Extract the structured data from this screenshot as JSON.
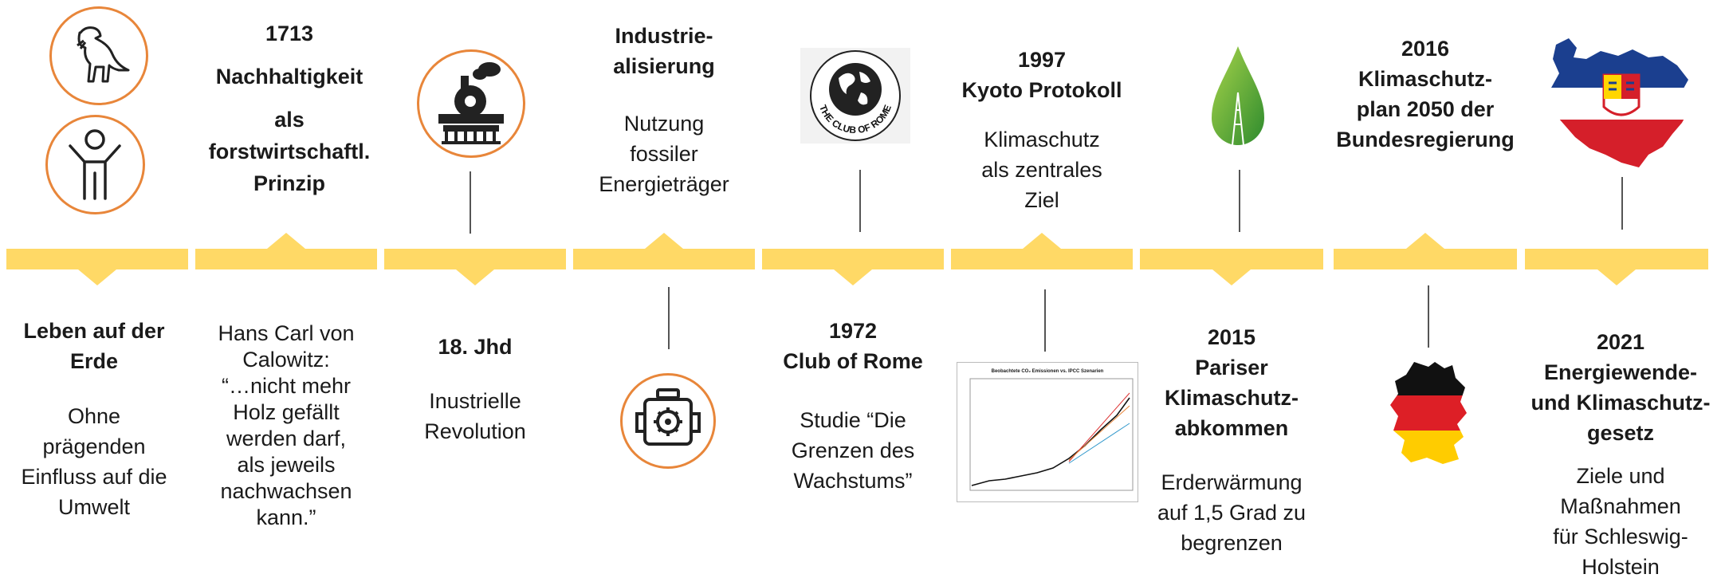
{
  "timeline": {
    "accent_color": "#ffd966",
    "icon_ring_color": "#e8863a",
    "items": [
      {
        "title": "Leben auf der Erde",
        "title_lines": [
          "Leben auf der",
          "Erde"
        ],
        "desc_lines": [
          "Ohne",
          "prägenden",
          "Einfluss auf die",
          "Umwelt"
        ],
        "icons": [
          "dinosaur-icon",
          "person-icon"
        ]
      },
      {
        "title_lines": [
          "1713",
          "Nachhaltigkeit",
          "als",
          "forstwirtschaftl.",
          "Prinzip"
        ],
        "desc_lines": [
          "Hans Carl von",
          "Calowitz:",
          "“…nicht mehr",
          "Holz gefällt",
          "werden darf,",
          "als jeweils",
          "nachwachsen",
          "kann.”"
        ]
      },
      {
        "title_lines": [
          "18. Jhd"
        ],
        "desc_lines": [
          "Inustrielle",
          "Revolution"
        ],
        "icons": [
          "locomotive-icon"
        ]
      },
      {
        "title_lines": [
          "Industrie-",
          "alisierung"
        ],
        "desc_lines": [
          "Nutzung",
          "fossiler",
          "Energieträger"
        ],
        "icons": [
          "engine-icon"
        ]
      },
      {
        "title_lines": [
          "1972",
          "Club of Rome"
        ],
        "desc_lines": [
          "Studie “Die",
          "Grenzen des",
          "Wachstums”"
        ],
        "icons": [
          "club-of-rome-logo"
        ],
        "logo_text": "THE CLUB OF ROME"
      },
      {
        "title_lines": [
          "1997",
          "Kyoto Protokoll"
        ],
        "desc_lines": [
          "Klimaschutz",
          "als zentrales",
          "Ziel"
        ],
        "icons": [
          "emissions-chart-thumbnail"
        ],
        "chart_caption": "Beobachtete CO₂ Emissionen vs. IPCC Szenarien"
      },
      {
        "title_lines": [
          "2015",
          "Pariser",
          "Klimaschutz-",
          "abkommen"
        ],
        "desc_lines": [
          "Erderwärmung",
          "auf 1,5 Grad zu",
          "begrenzen"
        ],
        "icons": [
          "leaf-eiffel-icon"
        ]
      },
      {
        "title_lines": [
          "2016",
          "Klimaschutz-",
          "plan 2050 der",
          "Bundesregierung"
        ],
        "icons": [
          "germany-flag-map-icon"
        ]
      },
      {
        "title_lines": [
          "2021",
          "Energiewende-",
          "und Klimaschutz-",
          "gesetz"
        ],
        "desc_lines": [
          "Ziele und",
          "Maßnahmen",
          "für Schleswig-",
          "Holstein"
        ],
        "icons": [
          "schleswig-holstein-map-icon"
        ]
      }
    ]
  }
}
